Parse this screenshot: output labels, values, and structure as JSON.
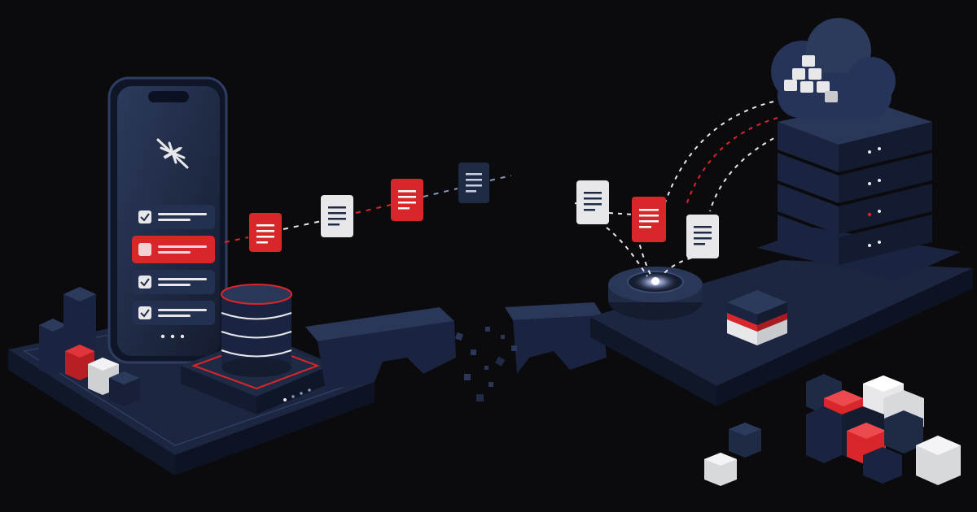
{
  "scene": {
    "description_visible_text": "",
    "colors": {
      "background": "#0b0b0d",
      "navy": "#1f2a44",
      "navy_dark": "#141c2f",
      "navy_light": "#2c3a5c",
      "red": "#d9262b",
      "white_block": "#e8e8ea",
      "glow": "#ffffff"
    },
    "icons": {
      "phone_screen_icon": "airplane-off-icon",
      "list_checked": "check-icon",
      "documents": "document-icon",
      "cloud": "cloud-icon"
    },
    "phone_list": {
      "rows": [
        {
          "state": "checked"
        },
        {
          "state": "error"
        },
        {
          "state": "checked"
        },
        {
          "state": "checked"
        }
      ]
    },
    "sync_left_docs": [
      "red",
      "white",
      "red",
      "navy"
    ],
    "sync_right_docs": [
      "white",
      "red",
      "white"
    ],
    "server_rack_units": 4
  }
}
